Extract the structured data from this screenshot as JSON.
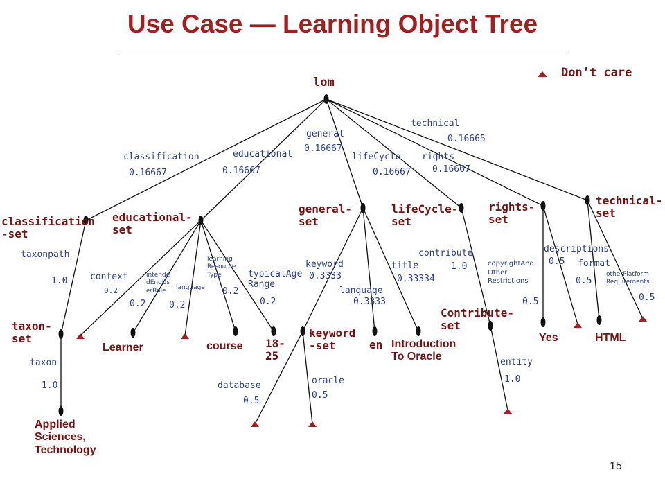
{
  "title": "Use Case — Learning Object Tree",
  "legend": {
    "label": "Don’t care",
    "icon": "triangle-marker-icon"
  },
  "page_number": "15",
  "colors": {
    "title": "#a31f1f",
    "node_text": "#7a1010",
    "edge_text": "#2b3f8f",
    "marker": "#a31f1f"
  },
  "nodes": {
    "lom": "lom",
    "classification_set": "classification\n-set",
    "educational_set": "educational-\nset",
    "general_set": "general-\nset",
    "lifecycle_set": "lifeCycle-\nset",
    "rights_set": "rights-\nset",
    "technical_set": "technical-\nset",
    "taxon_set": "taxon-\nset",
    "learner": "Learner",
    "course": "course",
    "age_range": "18-\n25",
    "keyword_set": "keyword\n-set",
    "en": "en",
    "introduction": "Introduction\nTo Oracle",
    "contribute_set": "Contribute-\nset",
    "yes": "Yes",
    "html": "HTML",
    "applied_sciences": "Applied\nSciences,\nTechnology"
  },
  "edges": {
    "classification": "classification",
    "classification_w": "0.16667",
    "educational": "educational",
    "educational_w": "0.16667",
    "general": "general",
    "general_w": "0.16667",
    "lifecycle": "lifeCycle",
    "lifecycle_w": "0.16667",
    "rights": "rights",
    "rights_w": "0.16667",
    "technical": "technical",
    "technical_w": "0.16665",
    "taxonpath": "taxonpath",
    "taxonpath_w": "1.0",
    "taxon": "taxon",
    "taxon_w": "1.0",
    "context": "context",
    "context_w": "0.2",
    "intended_role": "intende\ndEndUs\nerRole",
    "intended_role_w": "0.2",
    "language_edu": "language",
    "language_edu_w": "0.2",
    "resource_type": "learning\nResource\nType",
    "resource_type_w": "0.2",
    "age_range_label": "typicalAge\nRange",
    "age_range_w": "0.2",
    "keyword": "keyword",
    "keyword_w": "0.3333",
    "language_gen": "language",
    "language_gen_w": "0.3333",
    "title_edge": "title",
    "title_w": "0.33334",
    "contribute": "contribute",
    "contribute_w": "1.0",
    "entity": "entity",
    "entity_w": "1.0",
    "copyright": "copyrightAnd\nOther\nRestrictions",
    "copyright_w": "0.5",
    "descriptions": "descriptions",
    "descriptions_w": "0.5",
    "format": "format",
    "format_w": "0.5",
    "other_platform": "otherPlatform\nRequirements",
    "other_platform_w": "0.5",
    "database": "database",
    "database_w": "0.5",
    "oracle": "oracle",
    "oracle_w": "0.5"
  }
}
